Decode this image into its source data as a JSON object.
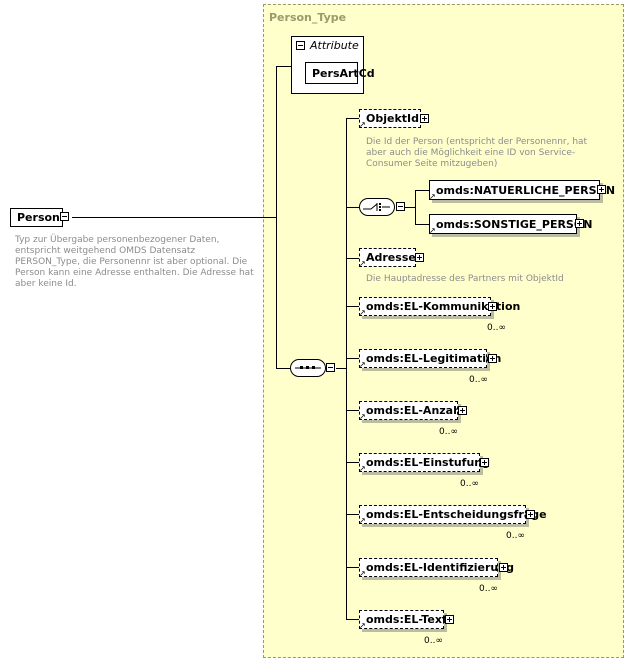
{
  "root": {
    "name": "Person",
    "doc": "Typ zur Übergabe personenbezogener Daten, entspricht weitgehend OMDS Datensatz PERSON_Type, die Personennr ist aber optional. Die Person kann eine Adresse enthalten. Die Adresse hat aber keine Id."
  },
  "complex_type": {
    "name": "Person_Type",
    "attributes_label": "Attribute",
    "attribute": "PersArtCd"
  },
  "elements": {
    "objektid": {
      "name": "ObjektId",
      "doc": "Die Id der Person (entspricht der Personennr, hat aber auch die Möglichkeit eine ID von Service-Consumer Seite mitzugeben)"
    },
    "choice": [
      {
        "name": "omds:NATUERLICHE_PERSON"
      },
      {
        "name": "omds:SONSTIGE_PERSON"
      }
    ],
    "adresse": {
      "name": "Adresse",
      "doc": "Die Hauptadresse des Partners mit ObjektId"
    },
    "repeated": [
      {
        "name": "omds:EL-Kommunikation",
        "card": "0..∞"
      },
      {
        "name": "omds:EL-Legitimation",
        "card": "0..∞"
      },
      {
        "name": "omds:EL-Anzahl",
        "card": "0..∞"
      },
      {
        "name": "omds:EL-Einstufung",
        "card": "0..∞"
      },
      {
        "name": "omds:EL-Entscheidungsfrage",
        "card": "0..∞"
      },
      {
        "name": "omds:EL-Identifizierung",
        "card": "0..∞"
      },
      {
        "name": "omds:EL-Text",
        "card": "0..∞"
      }
    ]
  }
}
